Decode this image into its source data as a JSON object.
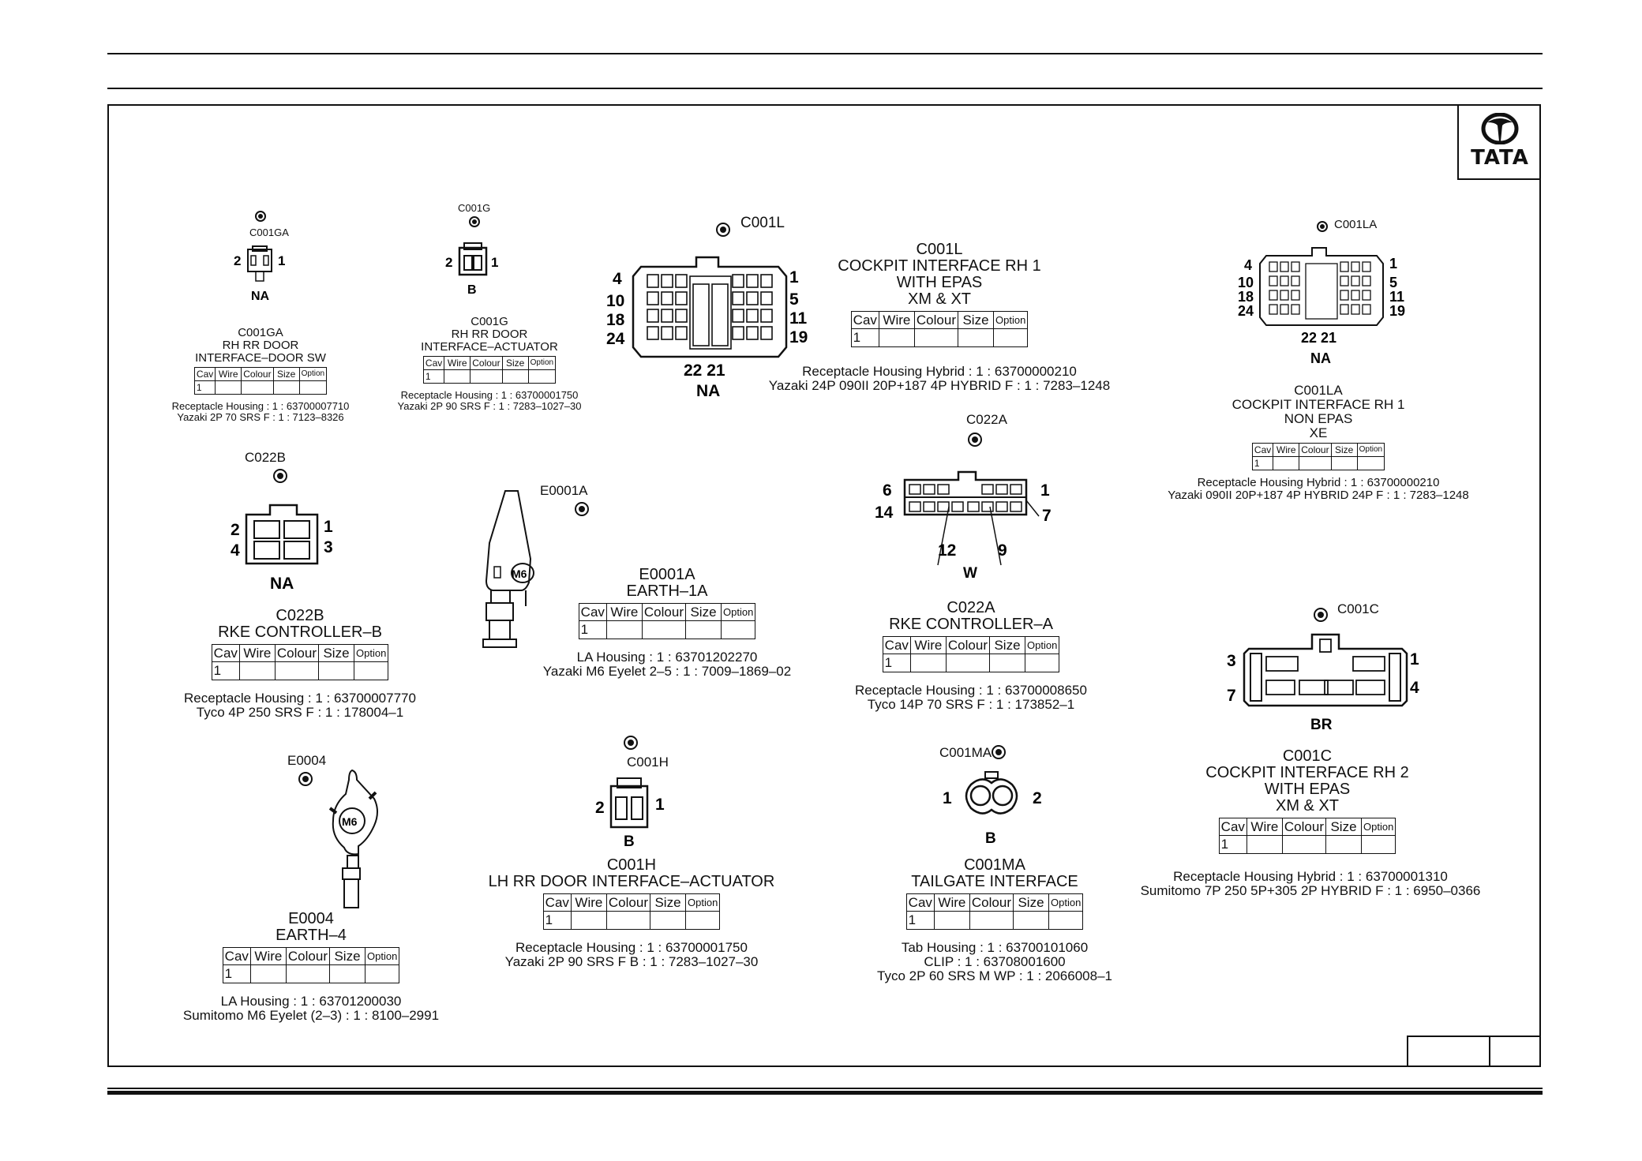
{
  "brand": {
    "name": "TATA"
  },
  "table_headers": [
    "Cav",
    "Wire",
    "Colour",
    "Size",
    "Option"
  ],
  "connectors": [
    {
      "id": "C001GA",
      "title": "C001GA",
      "desc": [
        "RH RR DOOR",
        "INTERFACE–DOOR SW"
      ],
      "cav": "1",
      "housing": [
        "Receptacle Housing : 1 : 63700007710",
        "Yazaki 2P 70 SRS F  : 1 : 7123–8326"
      ],
      "pins": [
        "2",
        "1"
      ],
      "colour": "NA"
    },
    {
      "id": "C001G",
      "title": "C001G",
      "desc": [
        "RH RR DOOR",
        "INTERFACE–ACTUATOR"
      ],
      "cav": "1",
      "housing": [
        "Receptacle Housing : 1 : 63700001750",
        "Yazaki 2P 90 SRS F : 1 : 7283–1027–30"
      ],
      "pins": [
        "2",
        "1"
      ],
      "colour": "B"
    },
    {
      "id": "C001L",
      "title": "C001L",
      "desc": [
        "COCKPIT INTERFACE RH 1",
        "WITH EPAS",
        "XM & XT"
      ],
      "cav": "1",
      "housing": [
        "Receptacle Housing Hybrid : 1 : 63700000210",
        "Yazaki 24P 090II 20P+187 4P HYBRID F : 1 : 7283–1248"
      ],
      "pins": [
        "4",
        "10",
        "18",
        "24",
        "1",
        "5",
        "11",
        "19",
        "22 21"
      ],
      "colour": "NA"
    },
    {
      "id": "C001LA",
      "title": "C001LA",
      "desc": [
        "COCKPIT INTERFACE RH 1",
        "NON EPAS",
        "XE"
      ],
      "cav": "1",
      "housing": [
        "Receptacle Housing Hybrid : 1 : 63700000210",
        "Yazaki 090II 20P+187 4P HYBRID 24P F : 1 : 7283–1248"
      ],
      "pins": [
        "4",
        "10",
        "18",
        "24",
        "1",
        "5",
        "11",
        "19",
        "22 21"
      ],
      "colour": "NA"
    },
    {
      "id": "C022B",
      "title": "C022B",
      "desc": [
        "RKE CONTROLLER–B"
      ],
      "cav": "1",
      "housing": [
        "Receptacle Housing : 1 : 63700007770",
        "Tyco 4P 250 SRS F : 1 : 178004–1"
      ],
      "pins": [
        "2",
        "4",
        "1",
        "3"
      ],
      "colour": "NA"
    },
    {
      "id": "E0001A",
      "title": "E0001A",
      "desc": [
        "EARTH–1A"
      ],
      "cav": "1",
      "housing": [
        "LA Housing : 1 : 63701202270",
        "Yazaki M6 Eyelet 2–5 : 1 : 7009–1869–02"
      ],
      "pins": [
        "M6"
      ]
    },
    {
      "id": "C022A",
      "title": "C022A",
      "desc": [
        "RKE CONTROLLER–A"
      ],
      "cav": "1",
      "housing": [
        "Receptacle Housing : 1 : 63700008650",
        "Tyco 14P 70 SRS F : 1 : 173852–1"
      ],
      "pins": [
        "6",
        "14",
        "1",
        "7",
        "12",
        "9"
      ],
      "colour": "W"
    },
    {
      "id": "C001C",
      "title": "C001C",
      "desc": [
        "COCKPIT INTERFACE RH 2",
        "WITH EPAS",
        "XM & XT"
      ],
      "cav": "1",
      "housing": [
        "Receptacle Housing Hybrid : 1 : 63700001310",
        "Sumitomo 7P 250 5P+305 2P HYBRID F : 1 : 6950–0366"
      ],
      "pins": [
        "3",
        "7",
        "1",
        "4"
      ],
      "colour": "BR"
    },
    {
      "id": "E0004",
      "title": "E0004",
      "desc": [
        "EARTH–4"
      ],
      "cav": "1",
      "housing": [
        "LA Housing : 1 : 63701200030",
        "Sumitomo M6 Eyelet (2–3) : 1 : 8100–2991"
      ],
      "pins": [
        "M6"
      ]
    },
    {
      "id": "C001H",
      "title": "C001H",
      "desc": [
        "LH RR DOOR INTERFACE–ACTUATOR"
      ],
      "cav": "1",
      "housing": [
        "Receptacle Housing : 1 : 63700001750",
        "Yazaki 2P 90 SRS F B : 1 : 7283–1027–30"
      ],
      "pins": [
        "2",
        "1"
      ],
      "colour": "B"
    },
    {
      "id": "C001MA",
      "title": "C001MA",
      "desc": [
        "TAILGATE INTERFACE"
      ],
      "cav": "1",
      "housing": [
        "Tab Housing : 1 : 63700101060",
        "CLIP : 1 : 63708001600",
        "Tyco 2P 60 SRS M WP : 1 : 2066008–1"
      ],
      "pins": [
        "1",
        "2"
      ],
      "colour": "B"
    }
  ]
}
